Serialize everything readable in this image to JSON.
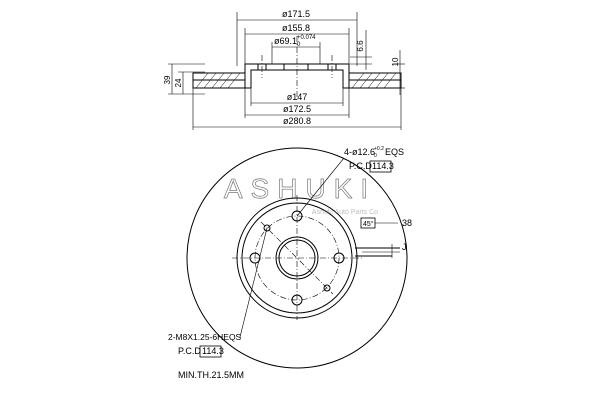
{
  "watermark": {
    "brand": "ASHUKI",
    "subtitle": "Ashuki Auto Parts Co"
  },
  "section_view": {
    "dim_top_1": "ø171.5",
    "dim_top_2": "ø155.8",
    "dim_bore": "ø69.1",
    "dim_bore_tol_upper": "+0.074",
    "dim_bore_tol_lower": "0",
    "dim_hat_depth": "6.6",
    "dim_disc_thickness": "10",
    "dim_height_total": "39",
    "dim_height_inner": "24",
    "dim_bottom_1": "ø147",
    "dim_bottom_2": "ø172.5",
    "dim_bottom_3": "ø280.8"
  },
  "face_view": {
    "holes_note": "4-ø12.6",
    "holes_tol_upper": "+0.2",
    "holes_tol_lower": "0",
    "holes_eqs": "EQS",
    "pcd_label_1": "P.C.D",
    "pcd_value_1": "114.3",
    "thread_note": "2-M8X1.25-6HEQS",
    "pcd_label_2": "P.C.D",
    "pcd_value_2": "114.3",
    "chamfer_angle": "45°",
    "groove_dim": "38",
    "detail_ref": "J",
    "min_thickness": "MIN.TH.21.5MM"
  }
}
